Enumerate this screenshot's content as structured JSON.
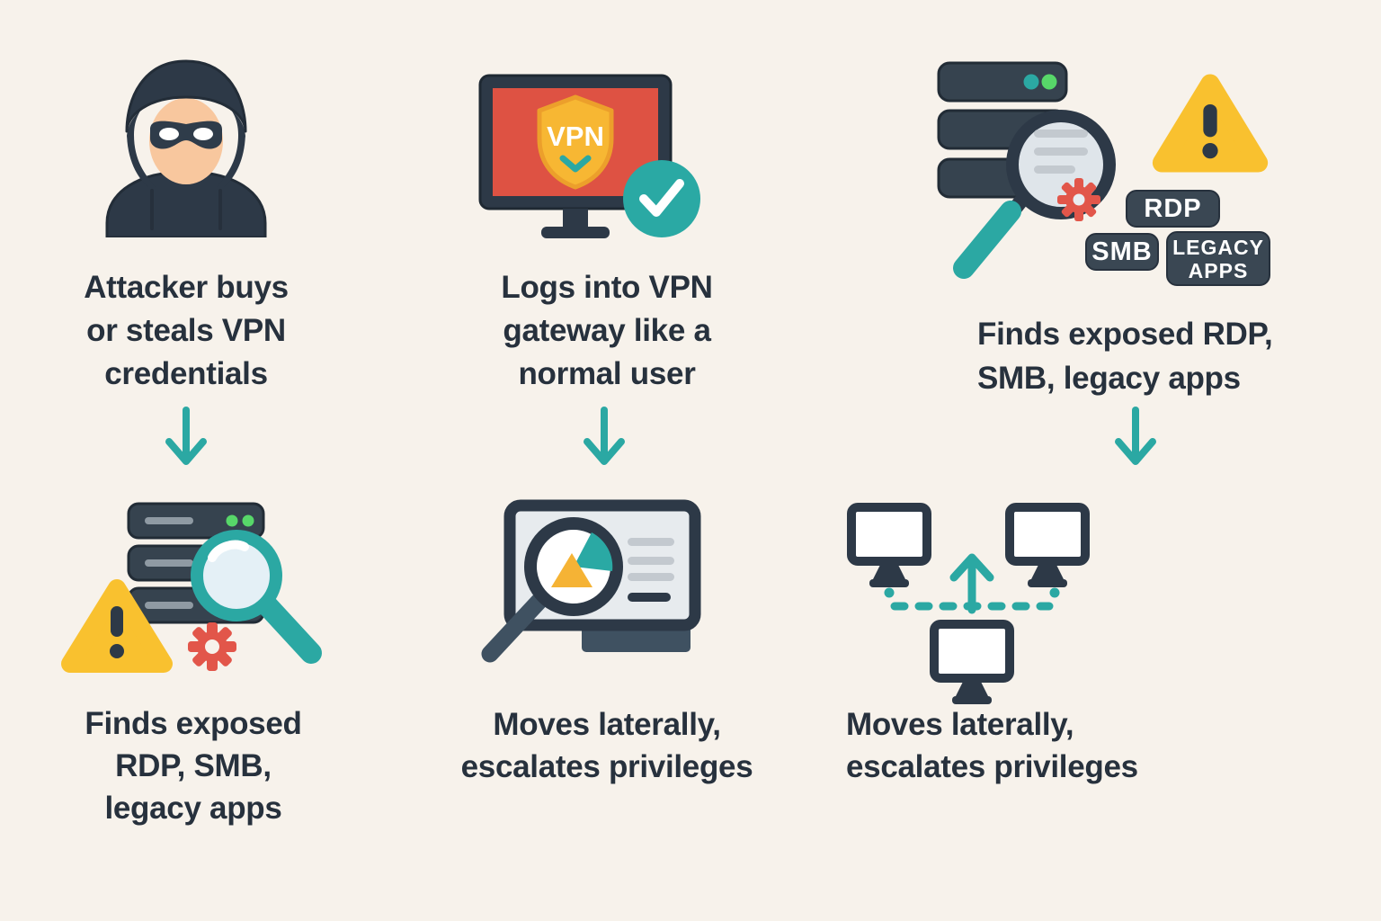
{
  "page": {
    "title": "VPN attack chain infographic",
    "background_color": "#f7f2eb",
    "text_color": "#27313d",
    "accent_teal": "#2ba8a3",
    "accent_yellow": "#f9c12f",
    "accent_red": "#dd5144",
    "slate": "#36434f",
    "green_dot": "#57d769"
  },
  "vpn_shield_label": "VPN",
  "steps": [
    {
      "id": "attacker-credentials",
      "icon": "attacker-icon",
      "lines": [
        "Attacker buys",
        "or steals VPN",
        "credentials"
      ]
    },
    {
      "id": "vpn-login",
      "icon": "vpn-monitor-check-icon",
      "lines": [
        "Logs into VPN",
        "gateway like a",
        "normal user"
      ]
    },
    {
      "id": "finds-exposed-services",
      "icon": "server-scan-warning-icon",
      "lines": [
        "Finds exposed RDP,",
        "SMB, legacy apps"
      ],
      "badges": {
        "rdp": "RDP",
        "smb": "SMB",
        "legacy_line1": "LEGACY",
        "legacy_line2": "APPS"
      }
    },
    {
      "id": "finds-exposed-services-2",
      "icon": "server-scan-warning-gear-icon",
      "lines": [
        "Finds exposed",
        "RDP, SMB,",
        "legacy apps"
      ]
    },
    {
      "id": "lateral-movement-analysis",
      "icon": "monitor-magnifier-chart-icon",
      "lines": [
        "Moves laterally,",
        "escalates privileges"
      ]
    },
    {
      "id": "lateral-movement-network",
      "icon": "network-computers-icon",
      "lines": [
        "Moves laterally,",
        "escalates privileges"
      ]
    }
  ]
}
